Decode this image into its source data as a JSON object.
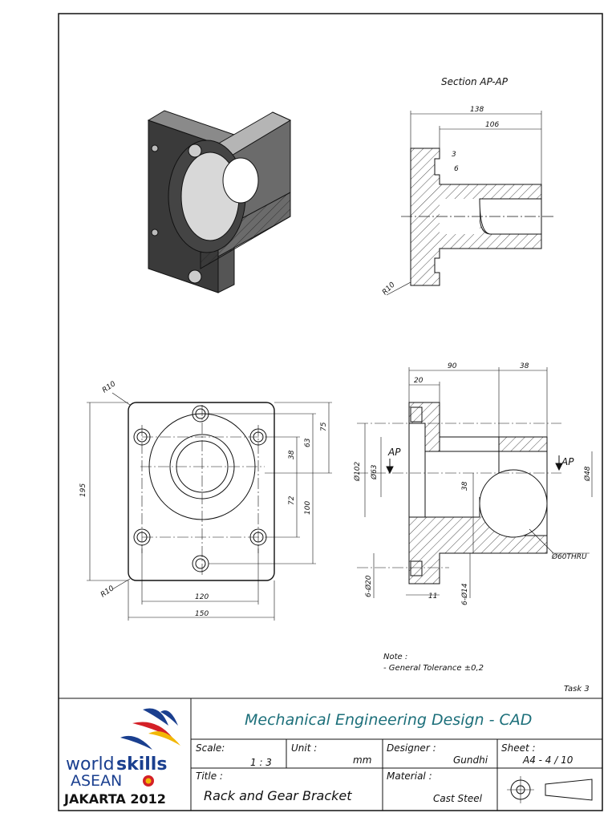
{
  "section_view": {
    "title": "Section AP-AP",
    "dims": {
      "d138": "138",
      "d106": "106",
      "d3": "3",
      "d6": "6",
      "r10": "R10"
    }
  },
  "front_view": {
    "dims": {
      "r10_top": "R10",
      "r10_bottom": "R10",
      "d195": "195",
      "d120": "120",
      "d150": "150",
      "d75": "75",
      "d63": "63",
      "d38": "38",
      "d72": "72",
      "d100": "100"
    }
  },
  "side_view": {
    "dims": {
      "d90": "90",
      "d38_top": "38",
      "d20": "20",
      "dia102": "Ø102",
      "dia63": "Ø63",
      "dia48": "Ø48",
      "d38_mid": "38",
      "thru": "Ø60THRU",
      "holes20": "6-Ø20",
      "holes14": "6-Ø14",
      "d11": "11"
    },
    "section_marks": {
      "left": "AP",
      "right": "AP"
    }
  },
  "notes": {
    "heading": "Note :",
    "line1": "- General Tolerance ±0,2"
  },
  "task": "Task 3",
  "title_block": {
    "main_title": "Mechanical Engineering Design - CAD",
    "scale_label": "Scale:",
    "scale_value": "1 : 3",
    "unit_label": "Unit :",
    "unit_value": "mm",
    "designer_label": "Designer :",
    "designer_value": "Gundhi",
    "sheet_label": "Sheet :",
    "sheet_value": "A4 - 4 / 10",
    "title_label": "Title :",
    "title_value": "Rack and Gear Bracket",
    "material_label": "Material :",
    "material_value": "Cast Steel"
  },
  "logo": {
    "world": "world",
    "skills": "skills",
    "asean": "ASEAN",
    "event": "JAKARTA 2012"
  },
  "colors": {
    "title": "#1c6f7a",
    "logo_blue": "#1a3f8f",
    "logo_red": "#d42027",
    "logo_yellow": "#f2b705"
  }
}
